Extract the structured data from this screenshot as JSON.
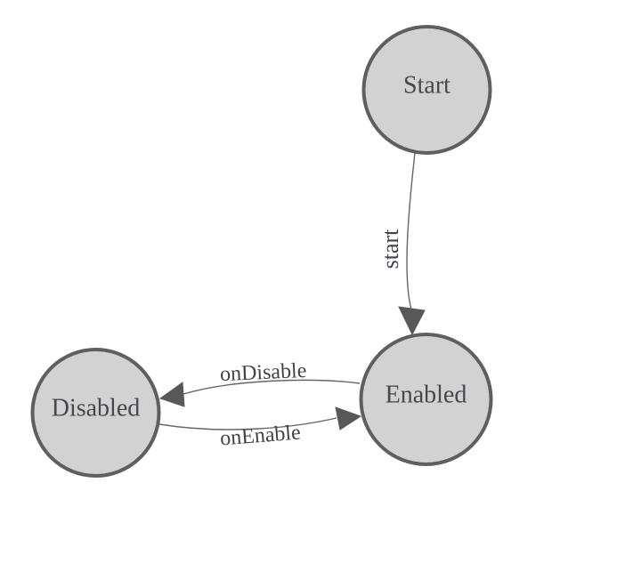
{
  "diagram": {
    "type": "state-machine",
    "background_color": "#ffffff",
    "node_fill": "#d2d2d2",
    "node_stroke": "#5f5f5f",
    "edge_color": "#666666",
    "arrow_color": "#58585a",
    "label_color": "#47474f",
    "nodes": [
      {
        "id": "start",
        "label": "Start"
      },
      {
        "id": "enabled",
        "label": "Enabled"
      },
      {
        "id": "disabled",
        "label": "Disabled"
      }
    ],
    "edges": [
      {
        "from": "Start",
        "to": "Enabled",
        "label": "start"
      },
      {
        "from": "Enabled",
        "to": "Disabled",
        "label": "onDisable"
      },
      {
        "from": "Disabled",
        "to": "Enabled",
        "label": "onEnable"
      }
    ]
  }
}
